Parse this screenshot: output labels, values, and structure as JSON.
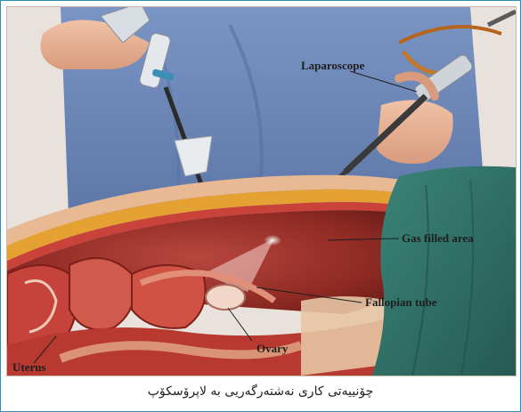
{
  "figure": {
    "labels": {
      "laparoscope": "Laparoscope",
      "gas_filled_area": "Gas filled area",
      "fallopian_tube": "Fallopian tube",
      "ovary": "Ovary",
      "uterus": "Uterus"
    }
  },
  "caption": "چۆنییەتی کاری نەشتەرگەریی بە لاپرۆسکۆپ",
  "colors": {
    "border": "#2f8fb9",
    "shirt": "#6b86b8",
    "drape": "#2f6e66",
    "tissue": "#b23a2e"
  }
}
